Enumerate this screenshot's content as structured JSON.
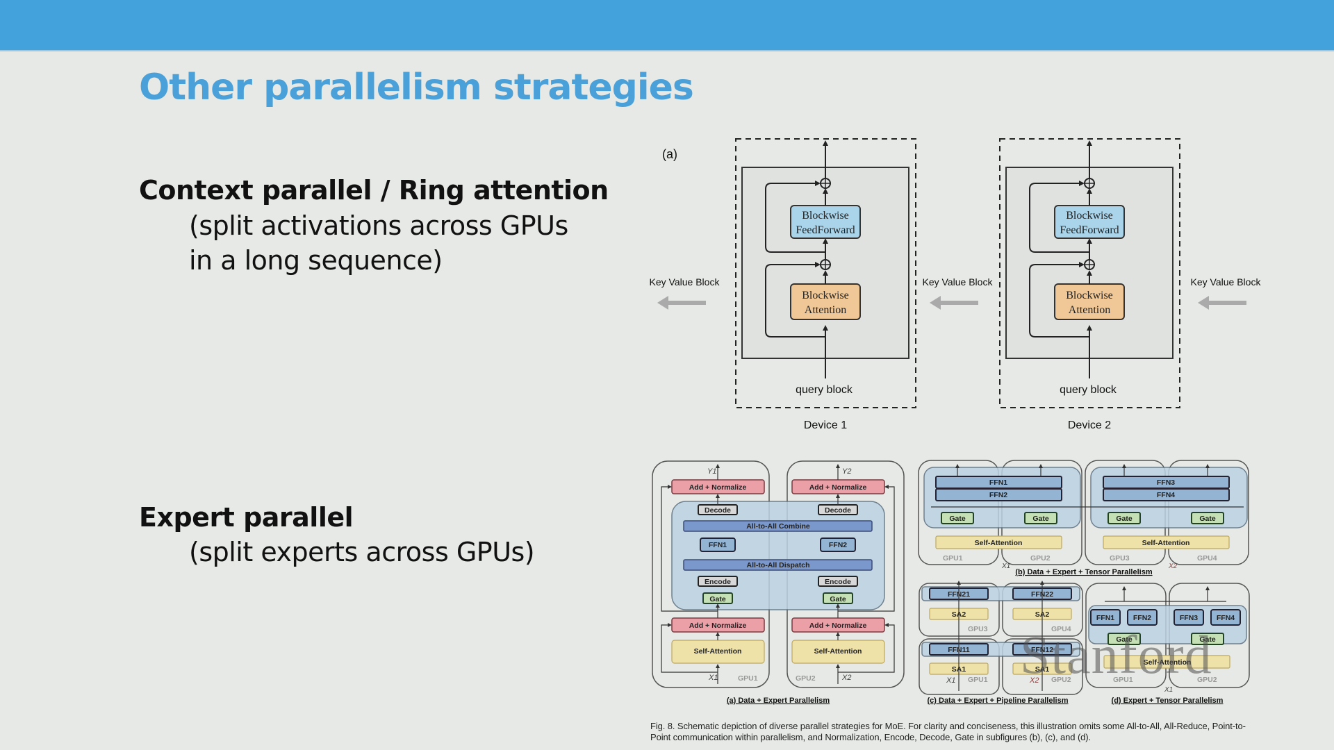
{
  "slide": {
    "title": "Other parallelism strategies",
    "colors": {
      "topbar": "#43a1dc",
      "title": "#4aa0d9",
      "background": "#e6e9e5"
    },
    "sections": [
      {
        "heading": "Context parallel / Ring attention",
        "lines": [
          "(split activations across GPUs",
          "in a long sequence)"
        ]
      },
      {
        "heading": "Expert parallel",
        "lines": [
          "(split experts across GPUs)"
        ]
      }
    ],
    "watermark": "Stanford"
  },
  "ring_figure": {
    "panel_label": "(a)",
    "kv_label": "Key Value Block",
    "devices": [
      {
        "name": "Device 1",
        "ffn_line1": "Blockwise",
        "ffn_line2": "FeedForward",
        "attn_line1": "Blockwise",
        "attn_line2": "Attention",
        "input": "query block"
      },
      {
        "name": "Device 2",
        "ffn_line1": "Blockwise",
        "ffn_line2": "FeedForward",
        "attn_line1": "Blockwise",
        "attn_line2": "Attention",
        "input": "query block"
      }
    ],
    "arrow_icon": "left-arrow"
  },
  "moe_figure": {
    "a": {
      "caption": "(a) Data + Expert Parallelism",
      "add_norm": "Add + Normalize",
      "decode": "Decode",
      "combine": "All-to-All Combine",
      "dispatch": "All-to-All Dispatch",
      "encode": "Encode",
      "gate": "Gate",
      "self_attn": "Self-Attention",
      "ffn": [
        "FFN1",
        "FFN2"
      ],
      "gpus": [
        "GPU1",
        "GPU2"
      ],
      "inputs": [
        "X1",
        "X2"
      ],
      "outputs": [
        "Y1",
        "Y2"
      ]
    },
    "b": {
      "caption": "(b) Data + Expert + Tensor Parallelism",
      "ffn_rows": [
        [
          "FFN1",
          "FFN2"
        ],
        [
          "FFN3",
          "FFN4"
        ]
      ],
      "gate": "Gate",
      "self_attn": "Self-Attention",
      "gpus": [
        "GPU1",
        "GPU2",
        "GPU3",
        "GPU4"
      ],
      "inputs": [
        "X1",
        "X2"
      ]
    },
    "c": {
      "caption": "(c) Data + Expert + Pipeline Parallelism",
      "top_ffn": [
        "FFN21",
        "FFN22"
      ],
      "top_sa": "SA2",
      "bottom_ffn": [
        "FFN11",
        "FFN12"
      ],
      "bottom_sa": "SA1",
      "gpus_top": [
        "GPU3",
        "GPU4"
      ],
      "gpus_bottom": [
        "GPU1",
        "GPU2"
      ],
      "inputs": [
        "X1",
        "X2"
      ]
    },
    "d": {
      "caption": "(d) Expert + Tensor Parallelism",
      "ffn": [
        "FFN1",
        "FFN2",
        "FFN3",
        "FFN4"
      ],
      "gate": "Gate",
      "self_attn": "Self-Attention",
      "gpus": [
        "GPU1",
        "GPU2"
      ],
      "input": "X1"
    },
    "caption": "Fig. 8. Schematic depiction of diverse parallel strategies for MoE. For clarity and conciseness, this illustration omits some All-to-All, All-Reduce, Point-to-Point communication within parallelism, and Normalization, Encode, Decode, Gate in subfigures (b), (c), and (d)."
  }
}
